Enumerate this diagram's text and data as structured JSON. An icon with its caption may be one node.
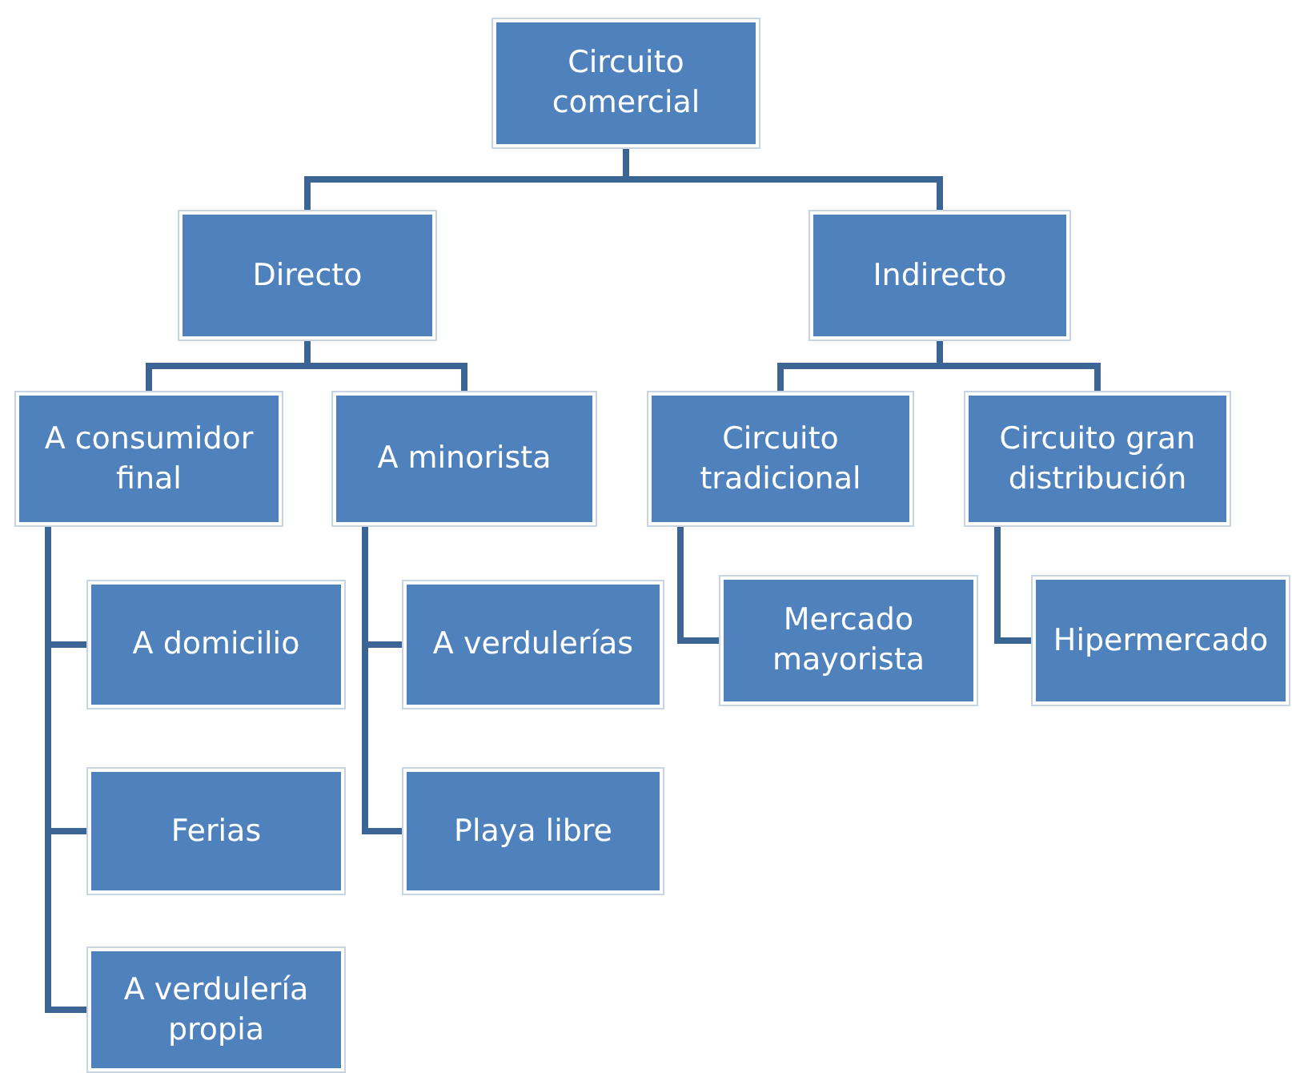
{
  "diagram": {
    "nodes": [
      {
        "text": [
          "Circuito comercial"
        ]
      },
      {
        "text": [
          "Directo"
        ]
      },
      {
        "text": [
          "Indirecto"
        ]
      },
      {
        "text": [
          "A consumidor final"
        ]
      },
      {
        "text": [
          "A minorista"
        ]
      },
      {
        "text": [
          "Circuito tradicional"
        ]
      },
      {
        "text": [
          "Circuito gran distribución"
        ]
      },
      {
        "text": [
          "A domicilio"
        ]
      },
      {
        "text": [
          "Ferias"
        ]
      },
      {
        "text": [
          "A verdulería propia"
        ]
      },
      {
        "text": [
          "A verdulerías"
        ]
      },
      {
        "text": [
          "Playa libre"
        ]
      },
      {
        "text": [
          "Mercado mayorista"
        ]
      },
      {
        "text": [
          "Hipermercado"
        ]
      }
    ],
    "edges": [
      {
        "from": 0,
        "to": 1,
        "arrow": "none"
      },
      {
        "from": 0,
        "to": 2,
        "arrow": "none"
      },
      {
        "from": 1,
        "to": 3,
        "arrow": "none"
      },
      {
        "from": 1,
        "to": 4,
        "arrow": "none"
      },
      {
        "from": 2,
        "to": 5,
        "arrow": "none"
      },
      {
        "from": 2,
        "to": 6,
        "arrow": "none"
      },
      {
        "from": 3,
        "to": 7,
        "arrow": "none"
      },
      {
        "from": 3,
        "to": 8,
        "arrow": "none"
      },
      {
        "from": 3,
        "to": 9,
        "arrow": "none"
      },
      {
        "from": 4,
        "to": 10,
        "arrow": "none"
      },
      {
        "from": 4,
        "to": 11,
        "arrow": "none"
      },
      {
        "from": 5,
        "to": 12,
        "arrow": "none"
      },
      {
        "from": 6,
        "to": 13,
        "arrow": "none"
      }
    ]
  }
}
